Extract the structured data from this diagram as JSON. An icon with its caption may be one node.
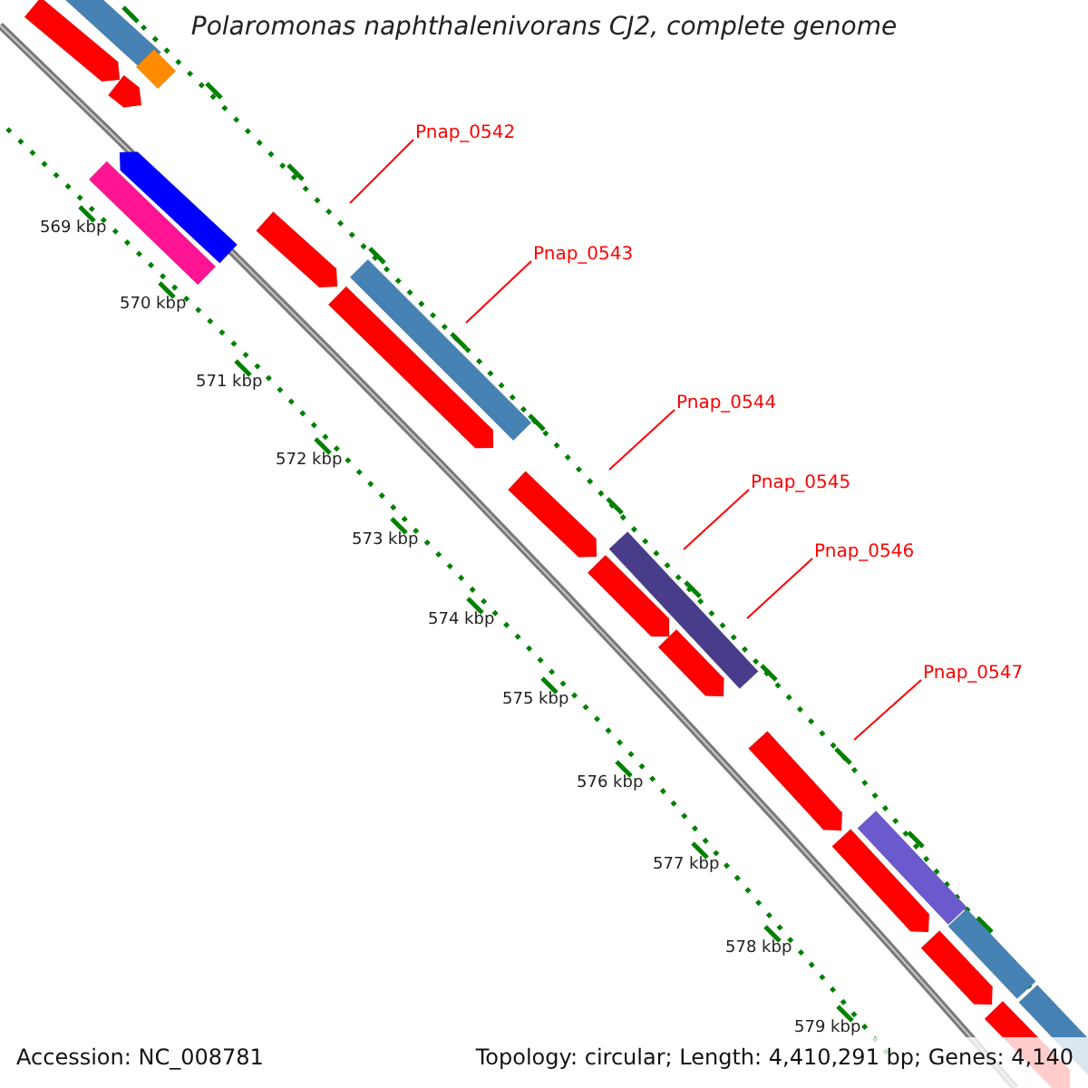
{
  "diagram": {
    "title": "Polaromonas naphthalenivorans CJ2, complete genome",
    "nodes": [
      {
        "text": [
          "Pnap_0542"
        ]
      },
      {
        "text": [
          "Pnap_0543"
        ]
      },
      {
        "text": [
          "Pnap_0544"
        ]
      },
      {
        "text": [
          "Pnap_0545"
        ]
      },
      {
        "text": [
          "Pnap_0546"
        ]
      },
      {
        "text": [
          "Pnap_0547"
        ]
      }
    ],
    "edges": [
      {
        "from": 0,
        "to": null,
        "arrow": "none",
        "color": "#ff0000"
      },
      {
        "from": 1,
        "to": null,
        "arrow": "none",
        "color": "#ff0000"
      },
      {
        "from": 2,
        "to": null,
        "arrow": "none",
        "color": "#ff0000"
      },
      {
        "from": 3,
        "to": null,
        "arrow": "none",
        "color": "#ff0000"
      },
      {
        "from": 4,
        "to": null,
        "arrow": "none",
        "color": "#ff0000"
      },
      {
        "from": 5,
        "to": null,
        "arrow": "none",
        "color": "#ff0000"
      }
    ],
    "labels": [
      "569 kbp",
      "570 kbp",
      "571 kbp",
      "572 kbp",
      "573 kbp",
      "574 kbp",
      "575 kbp",
      "576 kbp",
      "577 kbp",
      "578 kbp",
      "579 kbp",
      "Accession: NC_008781",
      "Topology: circular; Length: 4,410,291 bp; Genes: 4,140"
    ]
  }
}
